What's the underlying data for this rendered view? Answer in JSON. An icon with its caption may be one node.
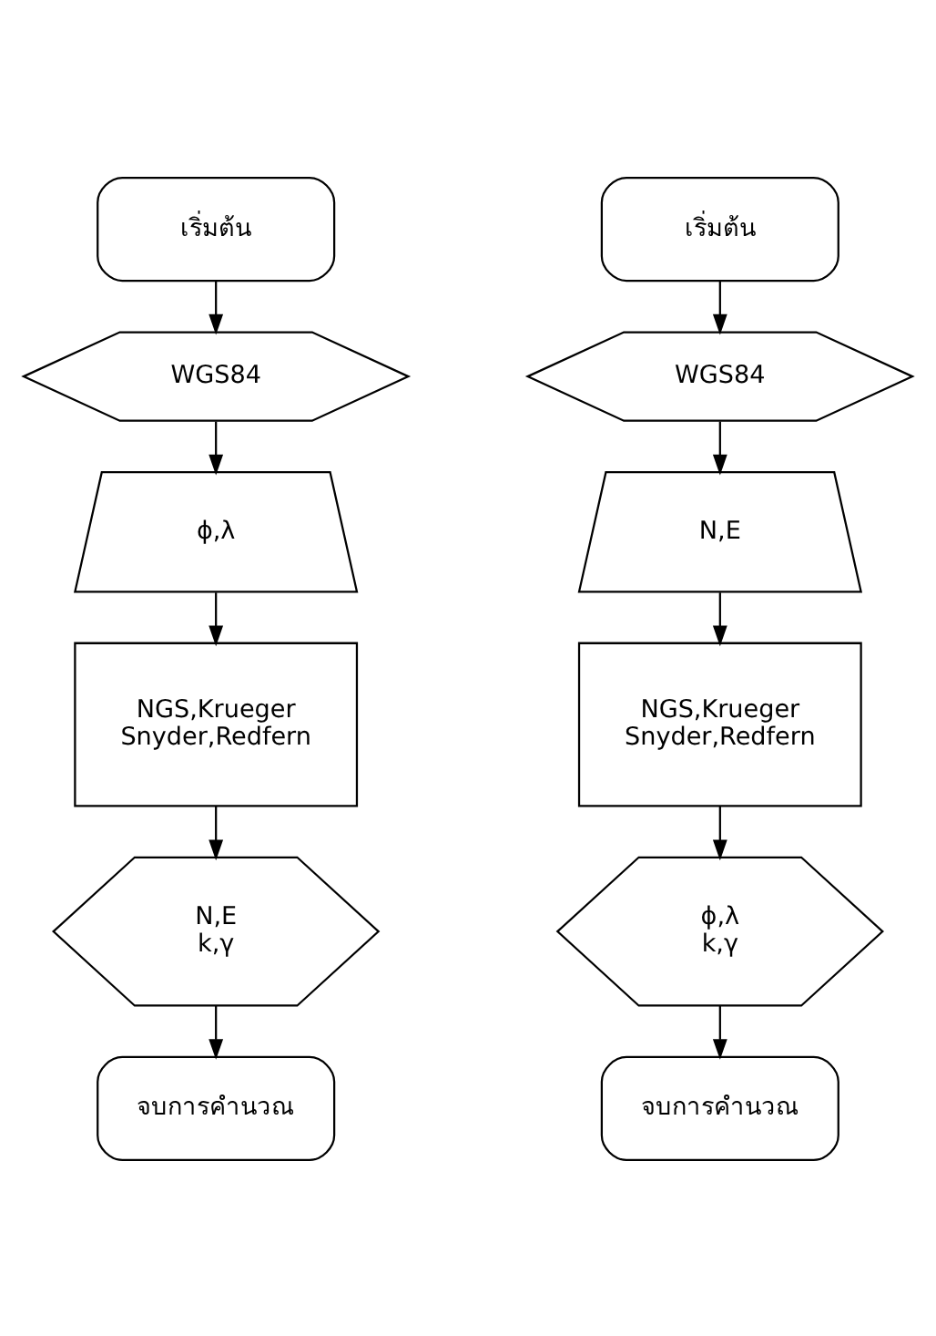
{
  "diagram": {
    "nodes": [
      {
        "text": [
          "เริ่มต้น"
        ]
      },
      {
        "text": [
          "WGS84"
        ]
      },
      {
        "text": [
          "ϕ,λ"
        ]
      },
      {
        "text": [
          "NGS,Krueger",
          "Snyder,Redfern"
        ]
      },
      {
        "text": [
          "N,E",
          "k,γ"
        ]
      },
      {
        "text": [
          "จบการคำนวณ"
        ]
      },
      {
        "text": [
          "เริ่มต้น"
        ]
      },
      {
        "text": [
          "WGS84"
        ]
      },
      {
        "text": [
          "N,E"
        ]
      },
      {
        "text": [
          "NGS,Krueger",
          "Snyder,Redfern"
        ]
      },
      {
        "text": [
          "ϕ,λ",
          "k,γ"
        ]
      },
      {
        "text": [
          "จบการคำนวณ"
        ]
      }
    ],
    "edges": [
      {
        "from": 0,
        "to": 1,
        "arrow": "to"
      },
      {
        "from": 1,
        "to": 2,
        "arrow": "to"
      },
      {
        "from": 2,
        "to": 3,
        "arrow": "to"
      },
      {
        "from": 3,
        "to": 4,
        "arrow": "to"
      },
      {
        "from": 4,
        "to": 5,
        "arrow": "to"
      },
      {
        "from": 6,
        "to": 7,
        "arrow": "to"
      },
      {
        "from": 7,
        "to": 8,
        "arrow": "to"
      },
      {
        "from": 8,
        "to": 9,
        "arrow": "to"
      },
      {
        "from": 9,
        "to": 10,
        "arrow": "to"
      },
      {
        "from": 10,
        "to": 11,
        "arrow": "to"
      }
    ]
  }
}
